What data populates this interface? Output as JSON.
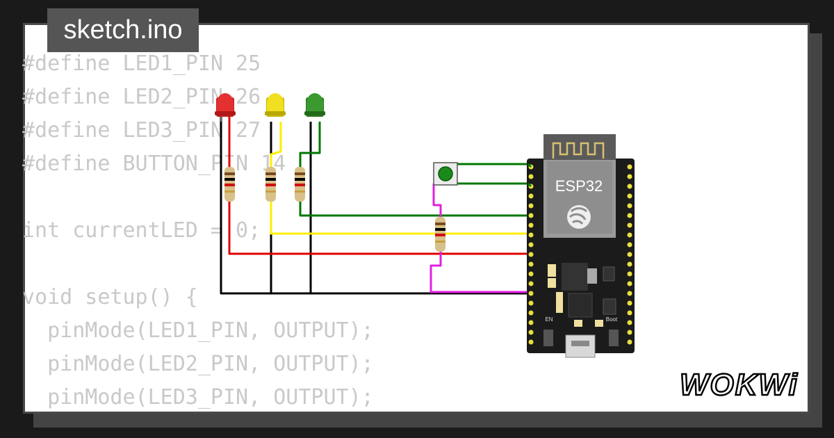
{
  "file_tab": {
    "label": "sketch.ino"
  },
  "code_lines": [
    "#define LED1_PIN 25",
    "#define LED2_PIN 26",
    "#define LED3_PIN 27",
    "#define BUTTON_PIN 14",
    "",
    "int currentLED = 0;",
    "",
    "void setup() {",
    "  pinMode(LED1_PIN, OUTPUT);",
    "  pinMode(LED2_PIN, OUTPUT);",
    "  pinMode(LED3_PIN, OUTPUT);"
  ],
  "board": {
    "name": "ESP32",
    "left_label": "EN",
    "right_label": "Boot"
  },
  "leds": [
    {
      "color": "#e53030"
    },
    {
      "color": "#f0e020"
    },
    {
      "color": "#3a9a30"
    }
  ],
  "wire_colors": {
    "red": "#e00000",
    "yellow": "#ffee00",
    "green": "#007700",
    "black": "#000000",
    "magenta": "#e020e0"
  },
  "brand": {
    "name": "WOKWi"
  }
}
